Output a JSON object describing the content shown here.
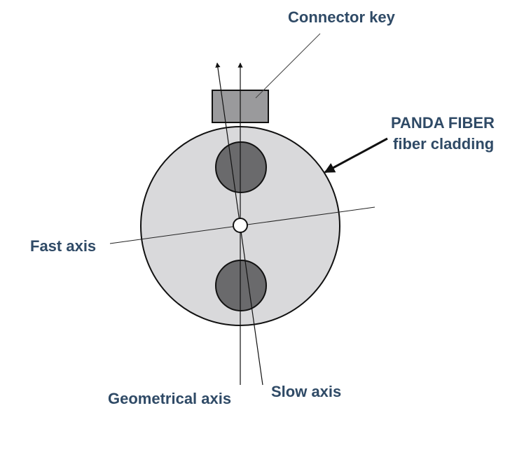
{
  "labels": {
    "connector_key": "Connector key",
    "panda_fiber": "PANDA FIBER",
    "fiber_cladding": "fiber cladding",
    "fast_axis": "Fast axis",
    "geometrical_axis": "Geometrical axis",
    "slow_axis": "Slow axis"
  },
  "colors": {
    "label_text": "#2f4a66",
    "cladding_fill": "#d9d9db",
    "stress_rod_fill": "#6a6a6c",
    "connector_key_fill": "#9a9a9c",
    "outline": "#111111"
  }
}
